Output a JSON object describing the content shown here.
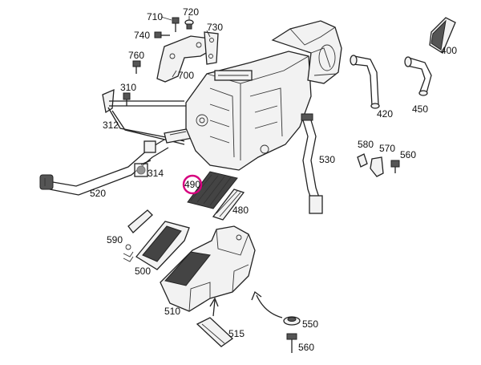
{
  "callouts": {
    "p710": "710",
    "p720": "720",
    "p730": "730",
    "p740": "740",
    "p760": "760",
    "p700": "700",
    "p310": "310",
    "p312": "312",
    "p314": "314",
    "p520": "520",
    "p490": "490",
    "p480": "480",
    "p530": "530",
    "p420": "420",
    "p450": "450",
    "p400": "400",
    "p580": "580",
    "p570": "570",
    "p560a": "560",
    "p590": "590",
    "p500": "500",
    "p510": "510",
    "p515": "515",
    "p550": "550",
    "p560b": "560"
  },
  "highlighted_part": "490",
  "colors": {
    "highlight": "#d6007e",
    "line": "#222222"
  }
}
